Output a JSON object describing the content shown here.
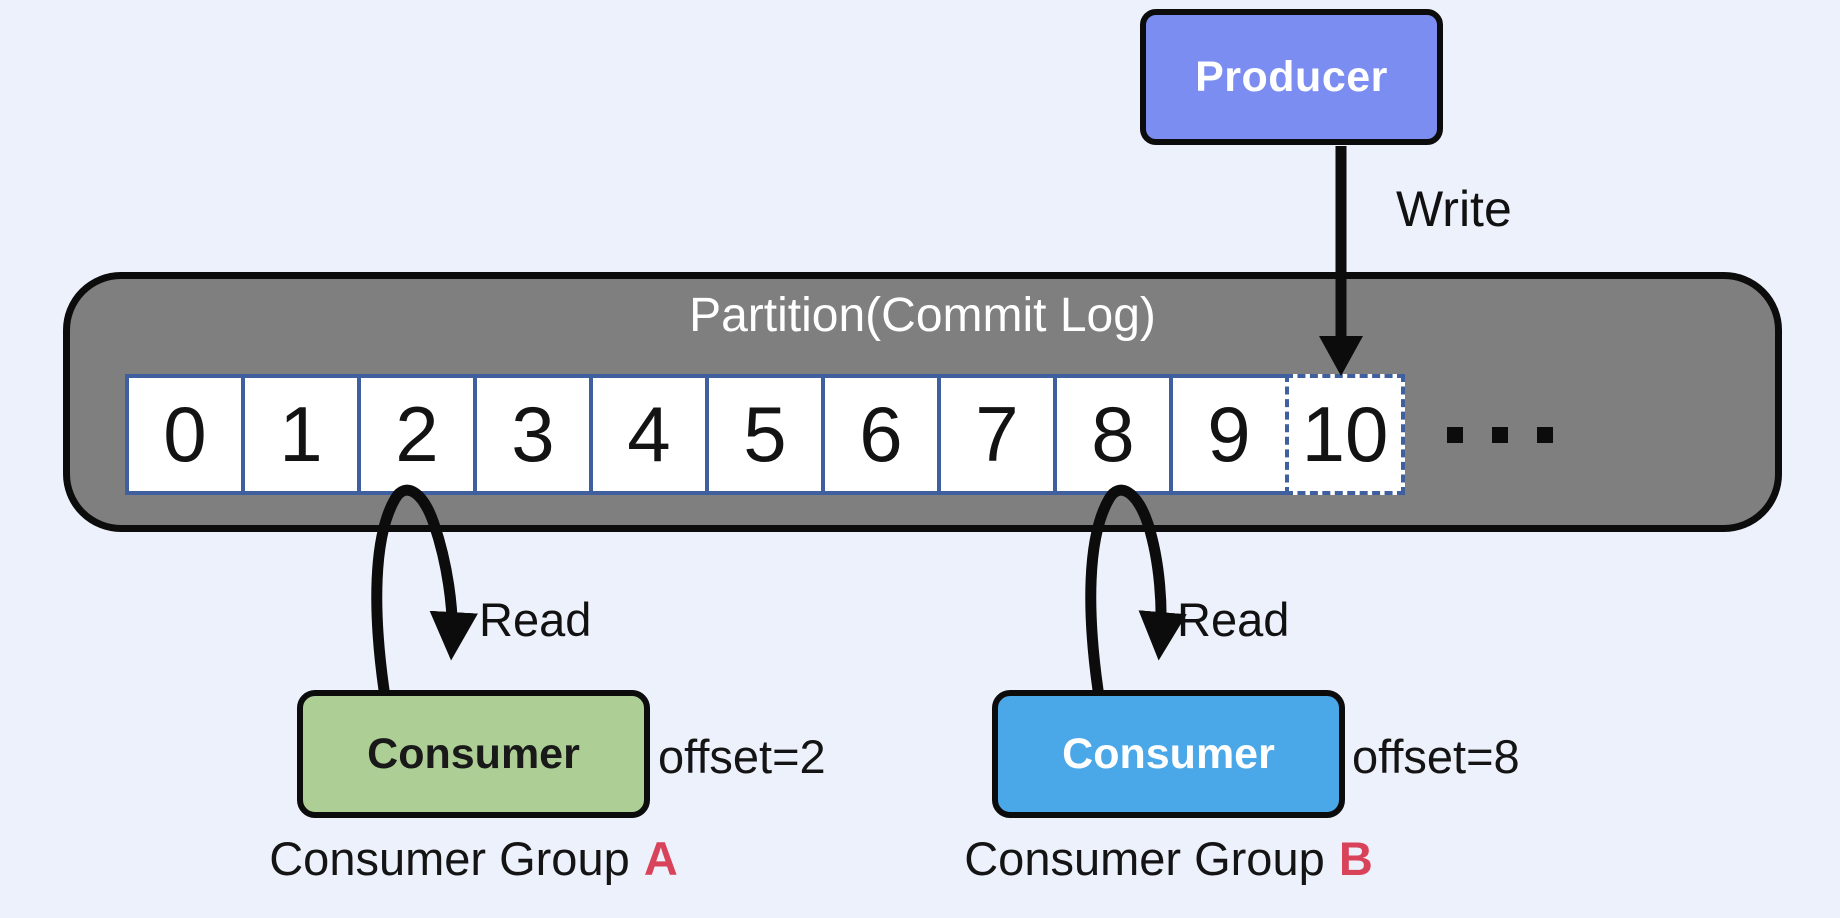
{
  "background_color": "#edf1fb",
  "producer": {
    "label": "Producer",
    "fill": "#7b8df0",
    "text_color": "#ffffff"
  },
  "write": {
    "label": "Write"
  },
  "partition": {
    "title": "Partition(Commit Log)",
    "fill": "#7f7f7f",
    "cell_border_color": "#3f5f9e",
    "cells": [
      "0",
      "1",
      "2",
      "3",
      "4",
      "5",
      "6",
      "7",
      "8",
      "9",
      "10"
    ],
    "dashed_next_slot_cell": "10",
    "ellipsis": "..."
  },
  "reads": {
    "left_label": "Read",
    "right_label": "Read"
  },
  "consumer_a": {
    "label": "Consumer",
    "fill": "#adce94",
    "text_color": "#191919",
    "offset": "offset=2",
    "group_label": "Consumer Group",
    "group_letter": "A",
    "group_letter_color": "#d8435a",
    "reads_from_cell": "2"
  },
  "consumer_b": {
    "label": "Consumer",
    "fill": "#4aa8e8",
    "text_color": "#ffffff",
    "offset": "offset=8",
    "group_label": "Consumer Group",
    "group_letter": "B",
    "group_letter_color": "#d8435a",
    "reads_from_cell": "8"
  },
  "arrow_color": "#0c0c0c"
}
